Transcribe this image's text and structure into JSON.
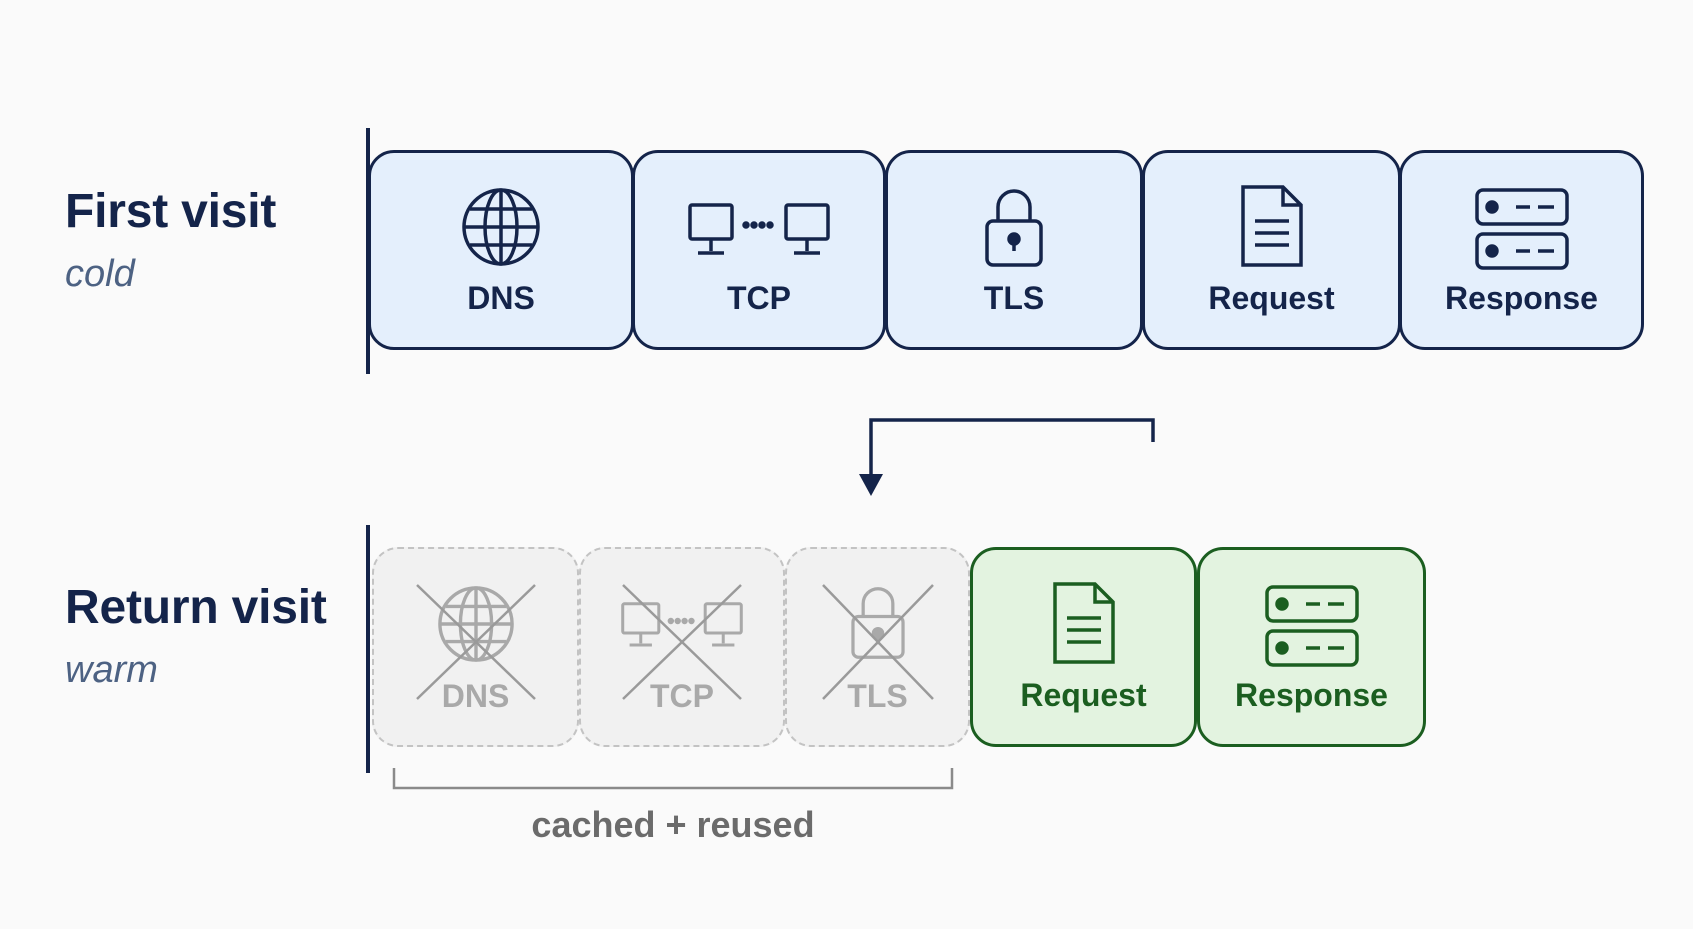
{
  "first_visit": {
    "title": "First visit",
    "subtitle": "cold",
    "steps": [
      {
        "label": "DNS",
        "icon": "globe-icon"
      },
      {
        "label": "TCP",
        "icon": "network-computers-icon"
      },
      {
        "label": "TLS",
        "icon": "lock-icon"
      },
      {
        "label": "Request",
        "icon": "document-icon"
      },
      {
        "label": "Response",
        "icon": "server-icon"
      }
    ]
  },
  "return_visit": {
    "title": "Return visit",
    "subtitle": "warm",
    "cached_steps": [
      {
        "label": "DNS",
        "icon": "globe-icon"
      },
      {
        "label": "TCP",
        "icon": "network-computers-icon"
      },
      {
        "label": "TLS",
        "icon": "lock-icon"
      }
    ],
    "active_steps": [
      {
        "label": "Request",
        "icon": "document-icon"
      },
      {
        "label": "Response",
        "icon": "server-icon"
      }
    ],
    "cached_note": "cached + reused"
  },
  "colors": {
    "navy": "#14244a",
    "cold_fill": "#e4effc",
    "warm_green": "#1b5e20",
    "warm_fill": "#e3f3e0",
    "cached_gray": "#a9a9a9"
  }
}
